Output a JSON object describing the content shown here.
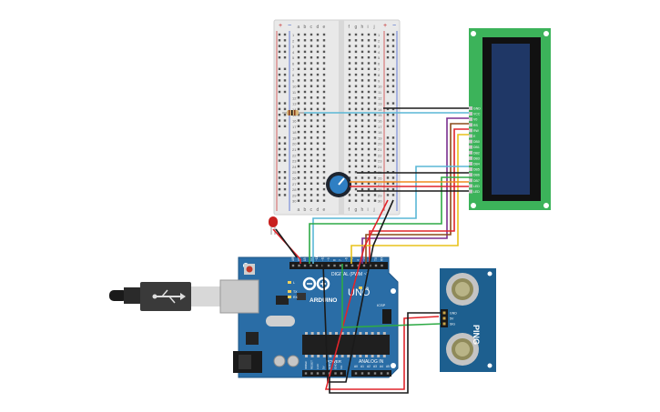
{
  "breadboard": {
    "column_letters_left": [
      "a",
      "b",
      "c",
      "d",
      "e"
    ],
    "column_letters_right": [
      "f",
      "g",
      "h",
      "i",
      "j"
    ],
    "rail_plus": "+",
    "rail_minus": "−",
    "row_numbers": [
      "1",
      "2",
      "3",
      "4",
      "5",
      "6",
      "7",
      "8",
      "9",
      "10",
      "11",
      "12",
      "13",
      "14",
      "15",
      "16",
      "17",
      "18",
      "19",
      "20",
      "21",
      "22",
      "23",
      "24",
      "25",
      "26",
      "27",
      "28",
      "29",
      "30"
    ]
  },
  "lcd": {
    "pin_labels": [
      "GND",
      "VCC",
      "V0",
      "RS",
      "RW",
      "E",
      "DB0",
      "DB1",
      "DB2",
      "DB3",
      "DB4",
      "DB5",
      "DB6",
      "DB7",
      "LED",
      "LED"
    ],
    "screen_color": "#1f3766",
    "board_color": "#3cb35a"
  },
  "arduino": {
    "logo_text": "ARDUINO",
    "model": "UNO",
    "digital_label": "DIGITAL (PWM ~)",
    "analog_label": "ANALOG IN",
    "power_label": "POWER",
    "top_pin_labels": [
      "AREF",
      "GND",
      "13",
      "12",
      "~11",
      "~10",
      "~9",
      "8",
      "7",
      "~6",
      "~5",
      "4",
      "~3",
      "2",
      "TX 1",
      "RX 0"
    ],
    "power_pin_labels": [
      "IOREF",
      "RESET",
      "3.3V",
      "5V",
      "GND",
      "GND",
      "Vin"
    ],
    "analog_pin_labels": [
      "A0",
      "A1",
      "A2",
      "A3",
      "A4",
      "A5"
    ],
    "led_labels": [
      "L",
      "TX",
      "RX",
      "ON"
    ],
    "icsp_label": "ICSP",
    "board_color": "#2a6da6"
  },
  "sensor": {
    "name": "PING",
    "pins": [
      "GND",
      "5V",
      "SIG"
    ],
    "board_color": "#1d5f8f"
  },
  "wire_colors": {
    "black": "#1a1a1a",
    "red": "#e0252b",
    "blue": "#5ab7d6",
    "green": "#2eaa46",
    "purple": "#7a2f8f",
    "orange": "#f08a1e",
    "yellow": "#e8c21a",
    "brown": "#8a4b1c"
  }
}
